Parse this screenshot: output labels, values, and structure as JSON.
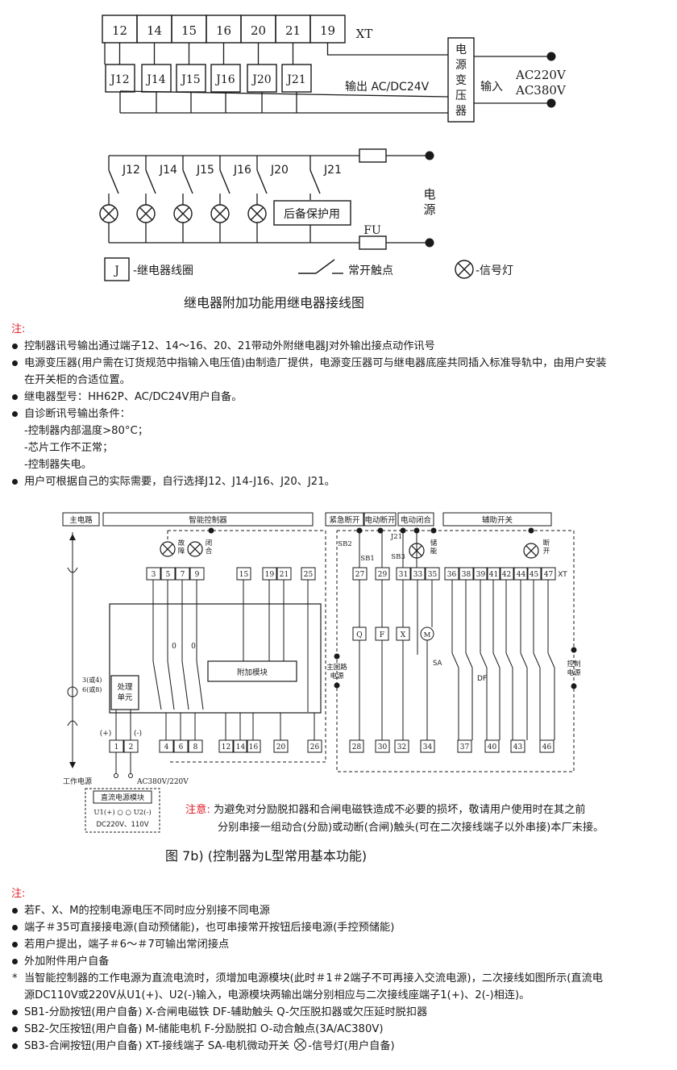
{
  "top_diagram": {
    "xt_terminals": [
      "12",
      "14",
      "15",
      "16",
      "20",
      "21",
      "19"
    ],
    "xt_label": "XT",
    "relay_boxes": [
      "J12",
      "J14",
      "J15",
      "J16",
      "J20",
      "J21"
    ],
    "transformer_label": [
      "电",
      "源",
      "变",
      "压",
      "器"
    ],
    "output_label": "输出 AC/DC24V",
    "input_label": "输入",
    "input_voltage": [
      "AC220V",
      "AC380V"
    ],
    "contact_labels": [
      "J12",
      "J14",
      "J15",
      "J16",
      "J20",
      "J21"
    ],
    "backup_label": "后备保护用",
    "power_label": [
      "电",
      "源"
    ],
    "fu_label": "FU",
    "legend": {
      "coil_symbol": "J",
      "coil_text": "-继电器线圈",
      "contact_text": "常开触点",
      "lamp_text": "-信号灯"
    },
    "caption": "继电器附加功能用继电器接线图"
  },
  "notes1": {
    "head": "注:",
    "items": [
      {
        "style": "bul",
        "text": "控制器讯号输出通过端子12、14～16、20、21带动外附继电器J对外输出接点动作讯号"
      },
      {
        "style": "bul",
        "text": "电源变压器(用户需在订货规范中指输入电压值)由制造厂提供，电源变压器可与继电器底座共同插入标准导轨中，由用户安装"
      },
      {
        "style": "sub",
        "text": "在开关柜的合适位置。"
      },
      {
        "style": "bul",
        "text": "继电器型号：HH62P、AC/DC24V用户自备。"
      },
      {
        "style": "bul",
        "text": "自诊断讯号输出条件："
      },
      {
        "style": "sub",
        "text": "-控制器内部温度>80°C；"
      },
      {
        "style": "sub",
        "text": "-芯片工作不正常；"
      },
      {
        "style": "sub",
        "text": "-控制器失电。"
      },
      {
        "style": "bul",
        "text": "用户可根据自己的实际需要，自行选择J12、J14-J16、J20、J21。"
      }
    ]
  },
  "bottom_diagram": {
    "headers": [
      "主电路",
      "智能控制器",
      "紧急断开",
      "电动断开",
      "电动闭合",
      "辅助开关"
    ],
    "lamp_fault": [
      "故",
      "障"
    ],
    "lamp_close": [
      "闭",
      "合"
    ],
    "lamp_store": [
      "储",
      "能"
    ],
    "lamp_open": [
      "断",
      "开"
    ],
    "left_terms_top": [
      "3",
      "5",
      "7",
      "9"
    ],
    "mid_terms_top": [
      "15",
      "19",
      "21",
      "25"
    ],
    "right_terms_top": [
      "27",
      "29",
      "31",
      "33",
      "35",
      "36",
      "38",
      "39",
      "41",
      "42",
      "44",
      "45",
      "47"
    ],
    "xt_label": "XT",
    "sb_labels": [
      "SB2",
      "SB1",
      "J21",
      "SB3"
    ],
    "coils": [
      "Q",
      "F",
      "X",
      "M"
    ],
    "sa_label": "SA",
    "df_label": "DF",
    "main_power": [
      "主回路",
      "电源"
    ],
    "ctrl_power": [
      "控制",
      "电源"
    ],
    "contact_zero": [
      "0",
      "0"
    ],
    "ct_label": [
      "3(或4)",
      "6(或8)"
    ],
    "proc_unit": [
      "处理",
      "单元"
    ],
    "addon_module": "附加模块",
    "plus_minus": [
      "(+)",
      "(-)"
    ],
    "power_terms": [
      "1",
      "2"
    ],
    "left_terms_bot": [
      "4",
      "6",
      "8"
    ],
    "mid_terms_bot": [
      "12",
      "14",
      "16",
      "20",
      "26"
    ],
    "right_terms_bot": [
      "28",
      "30",
      "32",
      "34",
      "37",
      "40",
      "43",
      "46"
    ],
    "work_power": "工作电源",
    "ac_label": "AC380V/220V",
    "dc_module_title": "直流电源模块",
    "dc_module_io": "U1(+) ○  ○ U2(-)",
    "dc_module_v": "DC220V、110V"
  },
  "warning": {
    "key": "注意:",
    "line1": "为避免对分励脱扣器和合闸电磁铁造成不必要的损坏，敬请用户使用时在其之前",
    "line2": "分别串接一组动合(分励)或动断(合闸)触头(可在二次接线端子以外串接)本厂未接。"
  },
  "caption2": "图 7b)  (控制器为L型常用基本功能)",
  "notes2": {
    "head": "注:",
    "items": [
      {
        "style": "bul",
        "text": "若F、X、M的控制电源电压不同时应分别接不同电源"
      },
      {
        "style": "bul",
        "text": "端子＃35可直接接电源(自动预储能)，也可串接常开按钮后接电源(手控预储能)"
      },
      {
        "style": "bul",
        "text": "若用户提出，端子＃6～＃7可输出常闭接点"
      },
      {
        "style": "bul",
        "text": "外加附件用户自备"
      },
      {
        "style": "star",
        "text": "当智能控制器的工作电源为直流电流时，须增加电源模块(此时＃1＃2端子不可再接入交流电源)，二次接线如图所示(直流电"
      },
      {
        "style": "sub",
        "text": "源DC110V或220V从U1(+)、U2(-)输入，电源模块两输出端分别相应与二次接线座端子1(+)、2(-)相连)。"
      },
      {
        "style": "bul",
        "text": "SB1-分励按钮(用户自备)   X-合闸电磁铁   DF-辅助触头   Q-欠压脱扣器或欠压延时脱扣器"
      },
      {
        "style": "bul",
        "text": "SB2-欠压按钮(用户自备)   M-储能电机      F-分励脱扣     O-动合触点(3A/AC380V)"
      },
      {
        "style": "bul",
        "text": "SB3-合闸按钮(用户自备)   XT-接线端子      SA-电机微动开关"
      }
    ],
    "lamp_suffix": "-信号灯(用户自备)"
  }
}
